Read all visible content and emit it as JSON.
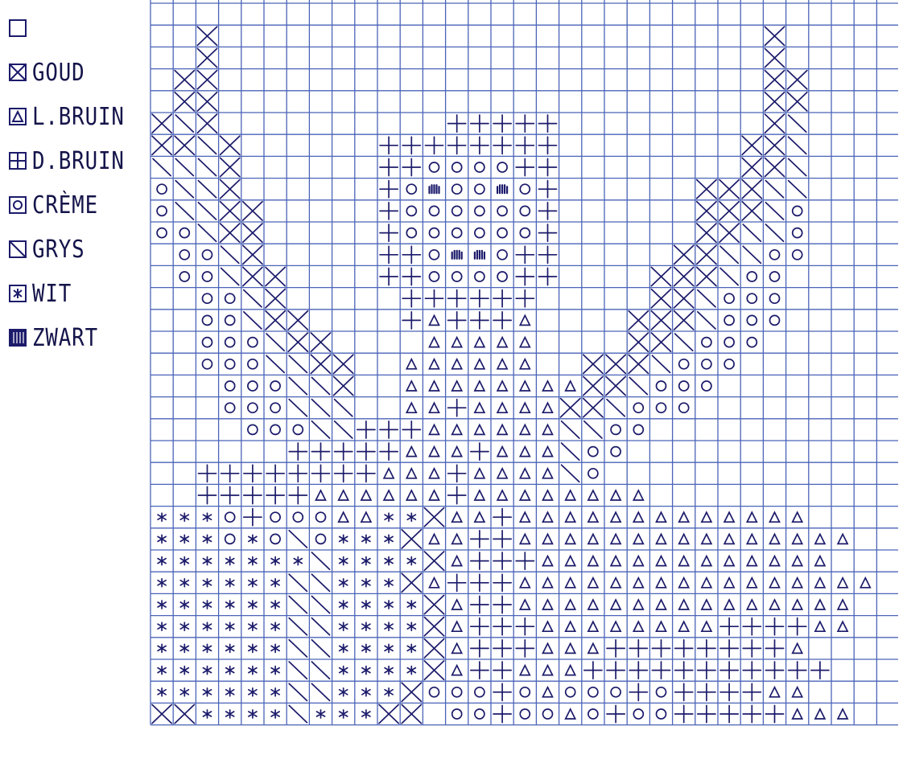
{
  "ink_color": "#1c1b6b",
  "grid_color": "#4a63b8",
  "legend": [
    {
      "symbol": "empty",
      "label": ""
    },
    {
      "symbol": "x",
      "label": "GOUD"
    },
    {
      "symbol": "triangle",
      "label": "L.BRUIN"
    },
    {
      "symbol": "plus",
      "label": "D.BRUIN"
    },
    {
      "symbol": "circle",
      "label": "CRÈME"
    },
    {
      "symbol": "slash",
      "label": "GRYS"
    },
    {
      "symbol": "star",
      "label": "WIT"
    },
    {
      "symbol": "hatch",
      "label": "ZWART"
    }
  ],
  "chart_data": {
    "type": "table",
    "columns": 33,
    "rows": 33,
    "symbol_key": {
      " ": "empty",
      "X": "goud",
      "A": "l.bruin",
      "+": "d.bruin",
      "O": "crème",
      "\\": "grys",
      "*": "wit",
      "Z": "zwart"
    },
    "cells": [
      "                                 ",
      "  X                        X     ",
      "  X                        X     ",
      " XX                        XX    ",
      " XX                        XX    ",
      "X\\X          +++++         X\\    ",
      "XX\\X      ++++++++        XX\\    ",
      "\\\\\\X      ++OOOO++        XX\\    ",
      "O\\\\X      +OZOOZO+      XXX\\\\    ",
      "O\\\\XX     +OOOOOO+      XXX\\O    ",
      "OO\\XX     +OOOOOO+      XX\\\\O    ",
      " OO\\X     ++OZZO++     XX\\\\OO    ",
      " OO\\XX    ++OOOO++    XXX\\OO     ",
      "  OO\\X     ++++++     XX\\OOO     ",
      "  OO\\XX    +A+++A    XXX\\OOO     ",
      "  OOO\\XX    AAAAA    XX\\OOO      ",
      "  OOO\\\\XX  AAAAAA  XXX\\OOO       ",
      "   OOO\\\\X  AAAAAAAAXX\\OOO       ",
      "   OOO\\\\\\  AA+AAAAXX\\OOO        ",
      "    OOO\\\\+++AAAAAA\\\\OO         ",
      "      +++++AAA+AAA\\OO          ",
      "  ++++++++AAA+AAAA\\O           ",
      "  +++++AAAAAA+AAAAAAAA         ",
      "***O+OOOAA**XAA+AAAAAAAAAAAAA   ",
      "***O*O\\O***XAA++AAAAAAAAAAAAAAA ",
      "*******\\****XA+++AAAAAAAAAAAAA  ",
      "******\\\\***XA+++AAAAAAAAAAAAAAAA",
      "******\\\\****XA++AAAAAAAAAAAAAAA ",
      "******\\\\****XA+++AAAAAAAA++++AA ",
      "******\\\\****XA+++AAA++++++++A  ",
      "******\\\\****XA++AAA+++++++++++ ",
      "******\\\\***XOOO+OAOOO+O++++AA  ",
      "XX****\\***XX OO+OOAO+OO+++++AAA"
    ]
  }
}
